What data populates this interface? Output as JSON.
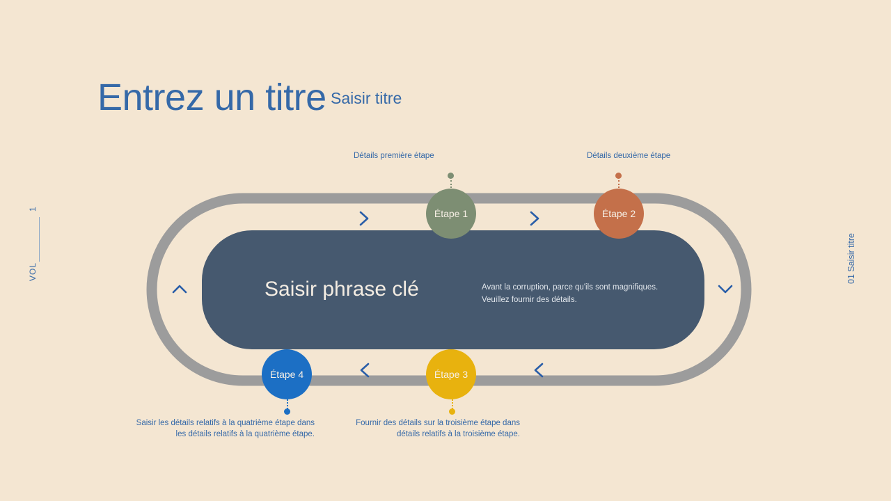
{
  "page": {
    "background_color": "#f4e6d2",
    "accent_blue": "#3569a8"
  },
  "header": {
    "title": "Entrez un titre",
    "subtitle": "Saisir titre"
  },
  "left_rail": {
    "number": "1",
    "label": "VOL"
  },
  "right_rail": {
    "label": "01 Saisir titre"
  },
  "center_panel": {
    "heading": "Saisir phrase clé",
    "body": "Avant la corruption, parce qu'ils sont magnifiques. Veuillez fournir des détails.",
    "fill_color": "#46596f"
  },
  "track": {
    "ring_color": "#9c9c9c",
    "inner_color": "#f4e6d2"
  },
  "steps": [
    {
      "label": "Étape 1",
      "color": "#7d8e73",
      "caption": "Détails première étape",
      "position": "top"
    },
    {
      "label": "Étape 2",
      "color": "#c4704a",
      "caption": "Détails deuxième étape",
      "position": "top"
    },
    {
      "label": "Étape 3",
      "color": "#e8b20e",
      "caption": "Fournir des détails sur la troisième étape dans détails relatifs à la troisième étape.",
      "position": "bottom"
    },
    {
      "label": "Étape 4",
      "color": "#1c6fc4",
      "caption": "Saisir les détails relatifs à la quatrième étape dans les détails relatifs à la quatrième étape.",
      "position": "bottom"
    }
  ],
  "arrows": [
    {
      "name": "chevron-right-1",
      "direction": "right"
    },
    {
      "name": "chevron-right-2",
      "direction": "right"
    },
    {
      "name": "chevron-down-right",
      "direction": "down"
    },
    {
      "name": "chevron-left-1",
      "direction": "left"
    },
    {
      "name": "chevron-left-2",
      "direction": "left"
    },
    {
      "name": "chevron-up-left",
      "direction": "up"
    }
  ]
}
